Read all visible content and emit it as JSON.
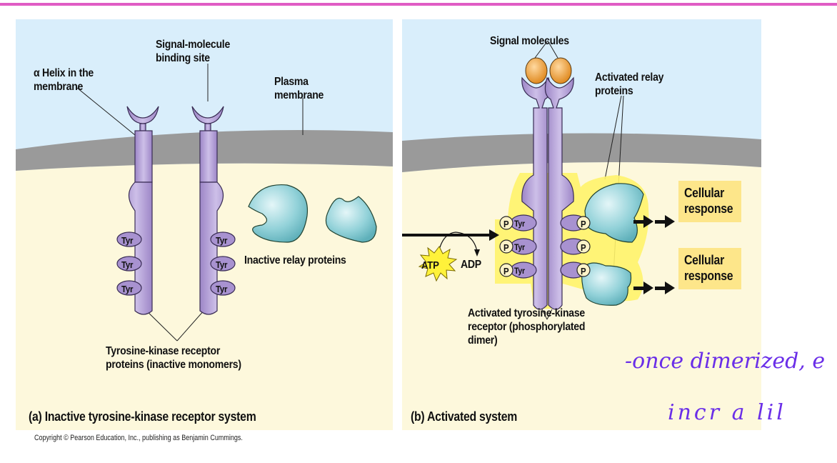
{
  "colors": {
    "accent_bar": "#e05cc4",
    "extracellular": "#d9eefb",
    "membrane": "#9a9a9a",
    "cytoplasm": "#fdf8dc",
    "receptor": "#b5a2d8",
    "relay_protein": "#8ccfd6",
    "signal_molecule": "#f0a040",
    "response_box": "#fde68a",
    "handwriting": "#6a2ee8"
  },
  "panel_a": {
    "label_alpha_helix": "α Helix in the\nmembrane",
    "label_binding_site": "Signal-molecule\nbinding site",
    "label_plasma_membrane": "Plasma\nmembrane",
    "tyr_labels": [
      "Tyr",
      "Tyr",
      "Tyr"
    ],
    "label_inactive_relay": "Inactive relay proteins",
    "label_receptor_proteins": "Tyrosine-kinase receptor\nproteins (inactive monomers)",
    "caption": "(a) Inactive tyrosine-kinase receptor system"
  },
  "panel_b": {
    "label_signal_molecules": "Signal molecules",
    "label_activated_relay": "Activated relay\nproteins",
    "atp": "ATP",
    "adp": "ADP",
    "phosphate": "P",
    "tyr": "Tyr",
    "responses": [
      "Cellular\nresponse",
      "Cellular\nresponse"
    ],
    "label_activated_receptor": "Activated tyrosine-kinase\nreceptor (phosphorylated\ndimer)",
    "caption": "(b) Activated system"
  },
  "copyright": "Copyright © Pearson Education, Inc., publishing as Benjamin Cummings.",
  "handwriting": {
    "line1": "-once dimerized, e",
    "line2": "incr  a  lil"
  }
}
